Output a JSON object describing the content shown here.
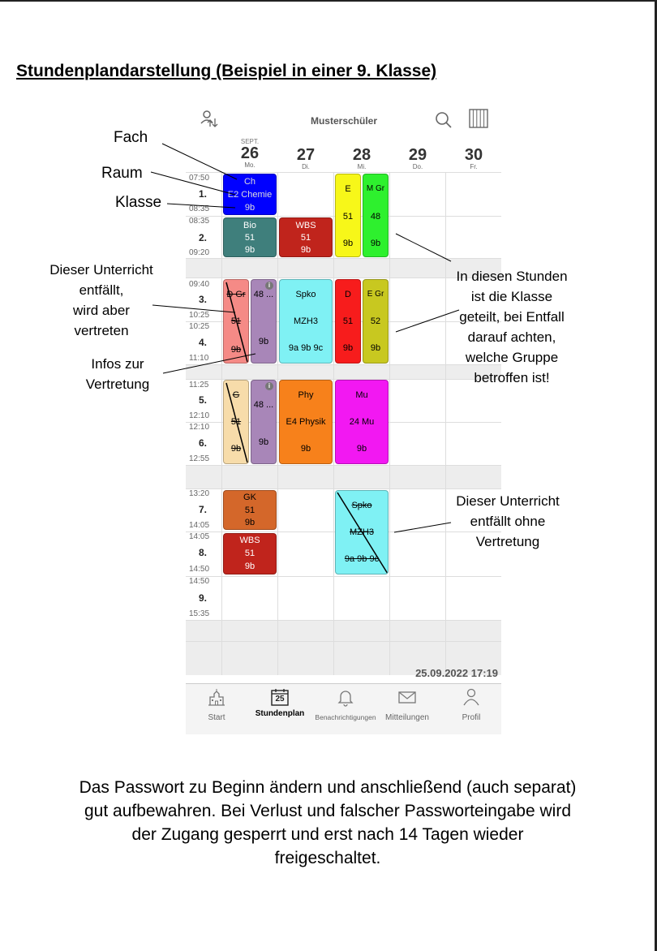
{
  "title": "Stundenplandarstellung (Beispiel in einer 9. Klasse)",
  "app": {
    "student_name": "Musterschüler",
    "days": [
      {
        "month": "SEPT.",
        "num": "26",
        "name": "Mo."
      },
      {
        "month": "",
        "num": "27",
        "name": "Di."
      },
      {
        "month": "",
        "num": "28",
        "name": "Mi."
      },
      {
        "month": "",
        "num": "29",
        "name": "Do."
      },
      {
        "month": "",
        "num": "30",
        "name": "Fr."
      }
    ],
    "periods": [
      {
        "start": "07:50",
        "num": "1.",
        "end": "08:35"
      },
      {
        "start": "08:35",
        "num": "2.",
        "end": "09:20"
      },
      {
        "start": "09:40",
        "num": "3.",
        "end": "10:25"
      },
      {
        "start": "10:25",
        "num": "4.",
        "end": "11:10"
      },
      {
        "start": "11:25",
        "num": "5.",
        "end": "12:10"
      },
      {
        "start": "12:10",
        "num": "6.",
        "end": "12:55"
      },
      {
        "start": "13:20",
        "num": "7.",
        "end": "14:05"
      },
      {
        "start": "14:05",
        "num": "8.",
        "end": "14:50"
      },
      {
        "start": "14:50",
        "num": "9.",
        "end": "15:35"
      }
    ],
    "lessons": {
      "mo1": {
        "subject": "Ch",
        "room": "E2 Chemie",
        "class": "9b"
      },
      "mo2": {
        "subject": "Bio",
        "room": "51",
        "class": "9b"
      },
      "mo34a": {
        "subject": "D Gr",
        "room": "51",
        "class": "9b"
      },
      "mo34b": {
        "subject": "48 ...",
        "class": "9b"
      },
      "mo56a": {
        "subject": "G",
        "room": "51",
        "class": "9b"
      },
      "mo56b": {
        "subject": "48 ...",
        "class": "9b"
      },
      "mo7": {
        "subject": "GK",
        "room": "51",
        "class": "9b"
      },
      "mo8": {
        "subject": "WBS",
        "room": "51",
        "class": "9b"
      },
      "di2": {
        "subject": "WBS",
        "room": "51",
        "class": "9b"
      },
      "di34": {
        "subject": "Spko",
        "room": "MZH3",
        "class": "9a 9b 9c"
      },
      "di56": {
        "subject": "Phy",
        "room": "E4 Physik",
        "class": "9b"
      },
      "mi12a": {
        "subject": "E",
        "room": "51",
        "class": "9b"
      },
      "mi12b": {
        "subject": "M Gr",
        "room": "48",
        "class": "9b"
      },
      "mi34a": {
        "subject": "D",
        "room": "51",
        "class": "9b"
      },
      "mi34b": {
        "subject": "E Gr",
        "room": "52",
        "class": "9b"
      },
      "mi56": {
        "subject": "Mu",
        "room": "24 Mu",
        "class": "9b"
      },
      "mi78": {
        "subject": "Spko",
        "room": "MZH3",
        "class": "9a 9b 9c"
      }
    },
    "timestamp": "25.09.2022 17:19",
    "tabs": [
      {
        "label": "Start",
        "icon": "school-icon"
      },
      {
        "label": "Stundenplan",
        "icon": "calendar-icon",
        "badge": "25"
      },
      {
        "label": "Benachrichtigungen",
        "icon": "bell-icon"
      },
      {
        "label": "Mitteilungen",
        "icon": "envelope-icon"
      },
      {
        "label": "Profil",
        "icon": "person-icon"
      }
    ]
  },
  "annotations": {
    "fach": "Fach",
    "raum": "Raum",
    "klasse": "Klasse",
    "entfall_vertreten": [
      "Dieser Unterricht",
      "entfällt,",
      "wird aber",
      "vertreten"
    ],
    "infos": [
      "Infos zur",
      "Vertretung"
    ],
    "geteilt": [
      "In diesen Stunden",
      "ist die Klasse",
      "geteilt, bei Entfall",
      "darauf achten,",
      "welche Gruppe",
      "betroffen ist!"
    ],
    "entfall_ohne": [
      "Dieser Unterricht",
      "entfällt ohne",
      "Vertretung"
    ]
  },
  "bottom_text": [
    "Das Passwort zu Beginn ändern und anschließend (auch separat)",
    "gut aufbewahren. Bei Verlust und falscher Passworteingabe wird",
    "der Zugang gesperrt und erst nach 14 Tagen wieder",
    "freigeschaltet."
  ],
  "colors": {
    "ch": "#0000ff",
    "bio": "#3f7f7c",
    "wbs": "#c0241c",
    "d_gr": "#f58a86",
    "purple": "#a886b8",
    "g": "#f7dcaa",
    "gk": "#d4672a",
    "spko": "#7ff1f4",
    "phy": "#f7811b",
    "e": "#f7f719",
    "m_gr": "#2ef02e",
    "d": "#f71c1c",
    "e_gr": "#c8c820",
    "mu": "#f218f2"
  }
}
